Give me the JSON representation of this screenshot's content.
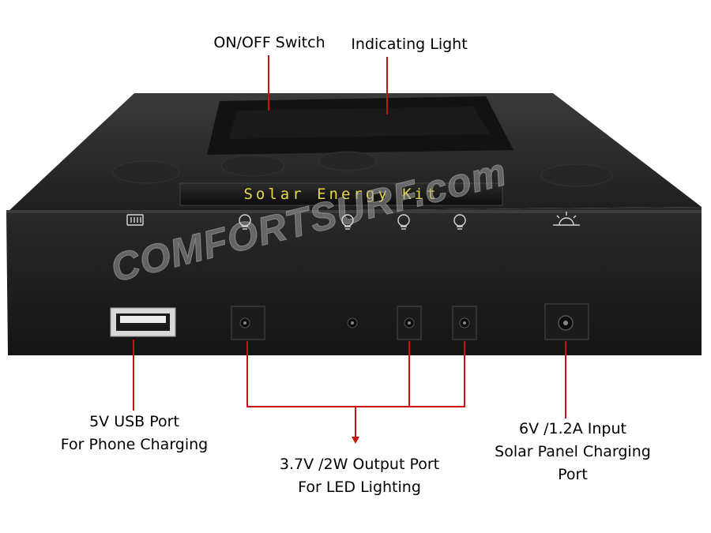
{
  "device": {
    "label": "Solar Energy Kit",
    "watermark": "COMFORTSURF.com",
    "body_color": "#1c1c1c",
    "label_color": "#e8d54a"
  },
  "annotations": {
    "on_off_switch": "ON/OFF Switch",
    "indicating_light": "Indicating Light",
    "usb_port": [
      "5V USB Port",
      "For Phone Charging"
    ],
    "output_port": [
      "3.7V /2W Output Port",
      "For LED Lighting"
    ],
    "input_port": [
      "6V /1.2A Input",
      "Solar Panel Charging",
      "Port"
    ]
  },
  "leader_color": "#cc1111",
  "icons": [
    "battery-icon",
    "bulb-icon",
    "bulb-icon",
    "bulb-icon",
    "bulb-icon",
    "sun-icon"
  ]
}
